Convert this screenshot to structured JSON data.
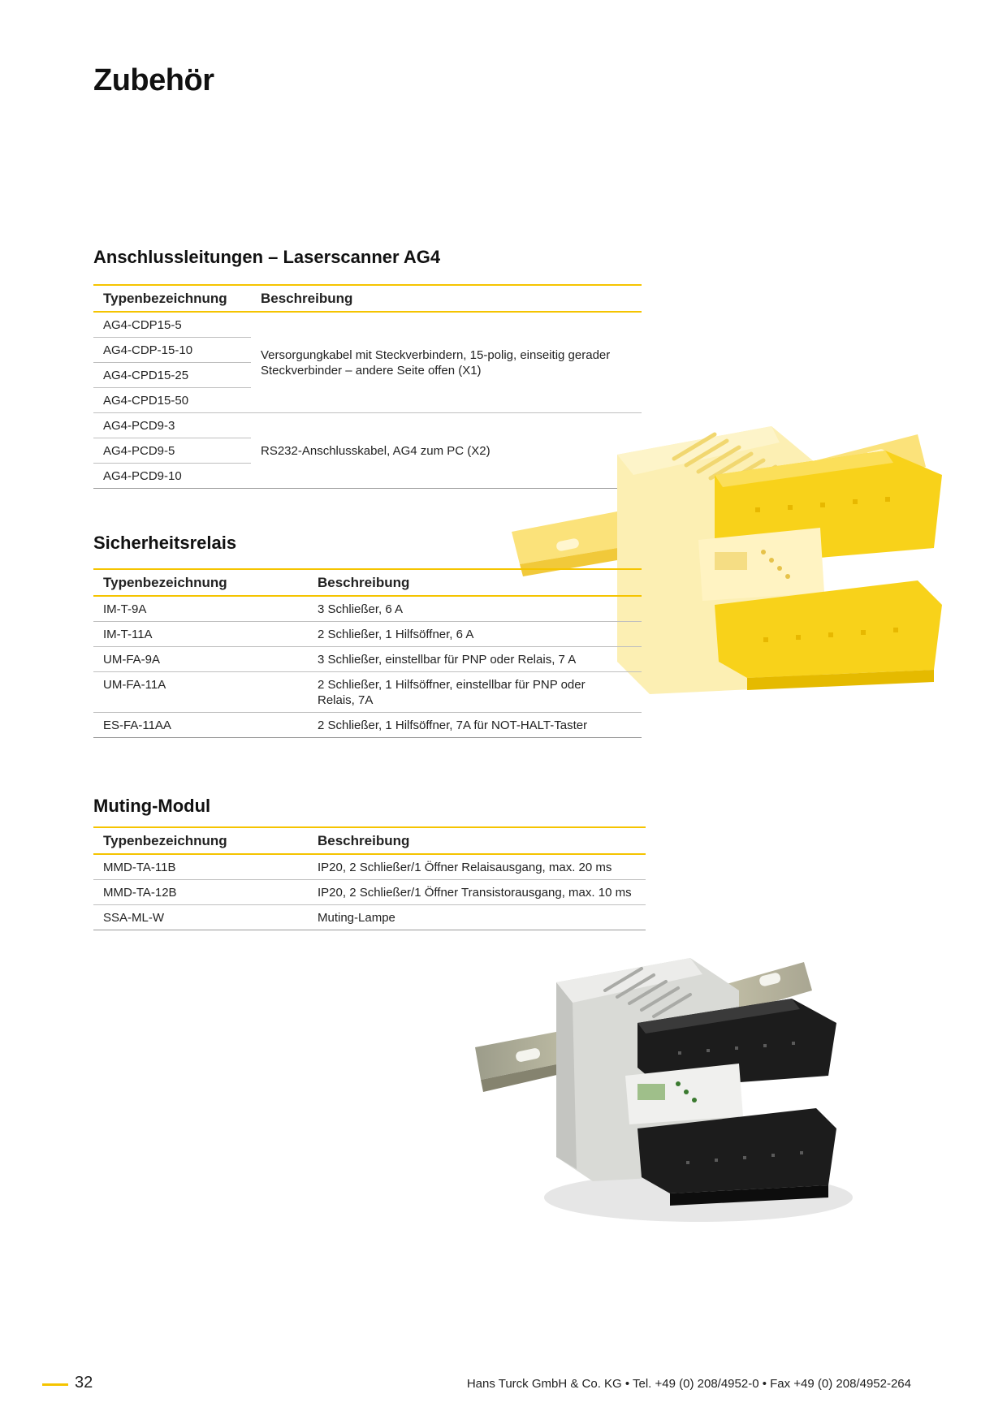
{
  "page_title": "Zubehör",
  "section1": {
    "title": "Anschlussleitungen – Laserscanner AG4",
    "headers": [
      "Typenbezeichnung",
      "Beschreibung"
    ],
    "group1_description": "Versorgungkabel mit Steckverbindern, 15-polig, einseitig gerader Steckverbinder – andere Seite offen (X1)",
    "group2_description": "RS232-Anschlusskabel, AG4 zum PC (X2)",
    "types": [
      "AG4-CDP15-5",
      "AG4-CDP-15-10",
      "AG4-CPD15-25",
      "AG4-CPD15-50",
      "AG4-PCD9-3",
      "AG4-PCD9-5",
      "AG4-PCD9-10"
    ]
  },
  "section2": {
    "title": "Sicherheitsrelais",
    "headers": [
      "Typenbezeichnung",
      "Beschreibung"
    ],
    "rows": [
      {
        "type": "IM-T-9A",
        "desc": "3 Schließer, 6 A"
      },
      {
        "type": "IM-T-11A",
        "desc": "2 Schließer, 1 Hilfsöffner, 6 A"
      },
      {
        "type": "UM-FA-9A",
        "desc": "3 Schließer, einstellbar für PNP oder Relais, 7 A"
      },
      {
        "type": "UM-FA-11A",
        "desc": "2 Schließer, 1 Hilfsöffner, einstellbar für PNP oder Relais, 7A"
      },
      {
        "type": "ES-FA-11AA",
        "desc": "2 Schließer, 1 Hilfsöffner, 7A für NOT-HALT-Taster"
      }
    ]
  },
  "section3": {
    "title": "Muting-Modul",
    "headers": [
      "Typenbezeichnung",
      "Beschreibung"
    ],
    "rows": [
      {
        "type": "MMD-TA-11B",
        "desc": "IP20, 2 Schließer/1 Öffner Relaisausgang, max. 20 ms"
      },
      {
        "type": "MMD-TA-12B",
        "desc": "IP20, 2 Schließer/1 Öffner Transistorausgang, max. 10 ms"
      },
      {
        "type": "SSA-ML-W",
        "desc": "Muting-Lampe"
      }
    ]
  },
  "footer": {
    "page_number": "32",
    "company": "Hans Turck GmbH & Co. KG • Tel. +49 (0) 208/4952-0 • Fax +49 (0) 208/4952-264"
  },
  "colors": {
    "accent": "#f5c400",
    "yellow_device": "#f8d21a",
    "yellow_body": "#fbeda8"
  }
}
